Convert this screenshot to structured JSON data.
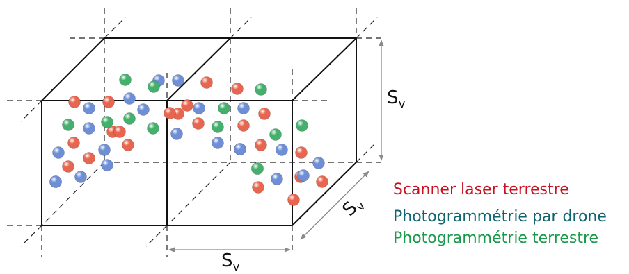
{
  "labels": {
    "sv_right": {
      "main": "S",
      "sub": "v"
    },
    "sv_depth": {
      "main": "S",
      "sub": "v"
    },
    "sv_bottom": {
      "main": "S",
      "sub": "v"
    }
  },
  "legend": [
    {
      "text": "Scanner laser terrestre",
      "color": "#c8101e"
    },
    {
      "text": "Photogrammétrie par drone",
      "color": "#0e6470"
    },
    {
      "text": "Photogrammétrie terrestre",
      "color": "#1a9a4a"
    }
  ],
  "sphere_colors": {
    "red": "#e8664f",
    "blue": "#6e8fd6",
    "green": "#45b06e"
  },
  "spheres": [
    {
      "c": "green"
    },
    {
      "c": "blue"
    },
    {
      "c": "blue"
    },
    {
      "c": "green"
    },
    {
      "c": "red"
    },
    {
      "c": "red"
    },
    {
      "c": "green"
    },
    {
      "c": "red"
    },
    {
      "c": "blue"
    },
    {
      "c": "red"
    },
    {
      "c": "blue"
    },
    {
      "c": "blue"
    },
    {
      "c": "red"
    },
    {
      "c": "red"
    },
    {
      "c": "blue"
    },
    {
      "c": "blue"
    },
    {
      "c": "red"
    },
    {
      "c": "green"
    },
    {
      "c": "blue"
    },
    {
      "c": "red"
    },
    {
      "c": "green"
    },
    {
      "c": "blue"
    },
    {
      "c": "green"
    },
    {
      "c": "red"
    },
    {
      "c": "green"
    },
    {
      "c": "blue"
    },
    {
      "c": "red"
    },
    {
      "c": "red"
    },
    {
      "c": "green"
    },
    {
      "c": "red"
    },
    {
      "c": "green"
    },
    {
      "c": "blue"
    },
    {
      "c": "red"
    },
    {
      "c": "green"
    },
    {
      "c": "green"
    },
    {
      "c": "blue"
    },
    {
      "c": "green"
    },
    {
      "c": "red"
    },
    {
      "c": "red"
    },
    {
      "c": "blue"
    },
    {
      "c": "blue"
    },
    {
      "c": "red"
    },
    {
      "c": "blue"
    },
    {
      "c": "red"
    },
    {
      "c": "blue"
    },
    {
      "c": "red"
    },
    {
      "c": "blue"
    },
    {
      "c": "red"
    },
    {
      "c": "blue"
    },
    {
      "c": "blue"
    },
    {
      "c": "green"
    },
    {
      "c": "blue"
    },
    {
      "c": "blue"
    },
    {
      "c": "red"
    },
    {
      "c": "red"
    },
    {
      "c": "blue"
    },
    {
      "c": "red"
    }
  ]
}
